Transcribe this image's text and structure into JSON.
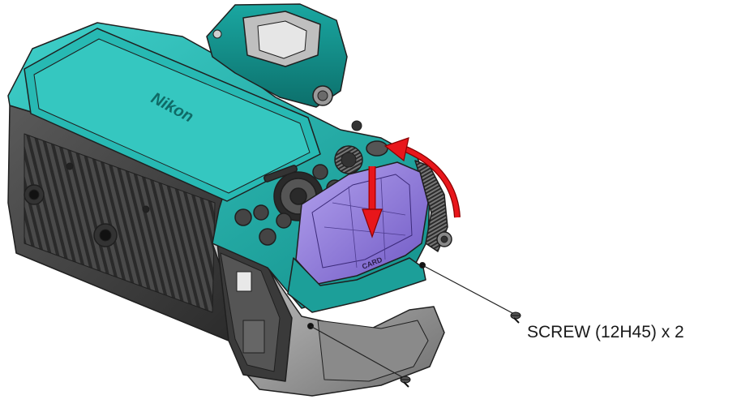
{
  "diagram": {
    "brand_logo": "Nikon",
    "card_cover_label": "CARD",
    "callout": {
      "text": "SCREW (12H45) x 2"
    },
    "colors": {
      "body_accent": "#1fb3ae",
      "battery_door": "#8f7ad6",
      "arrow": "#e8161b",
      "grip": "#9a9a9a",
      "outline": "#1f1f1f"
    },
    "icons": [
      "screw-icon",
      "arrow-down-icon",
      "arrow-curved-icon"
    ]
  }
}
